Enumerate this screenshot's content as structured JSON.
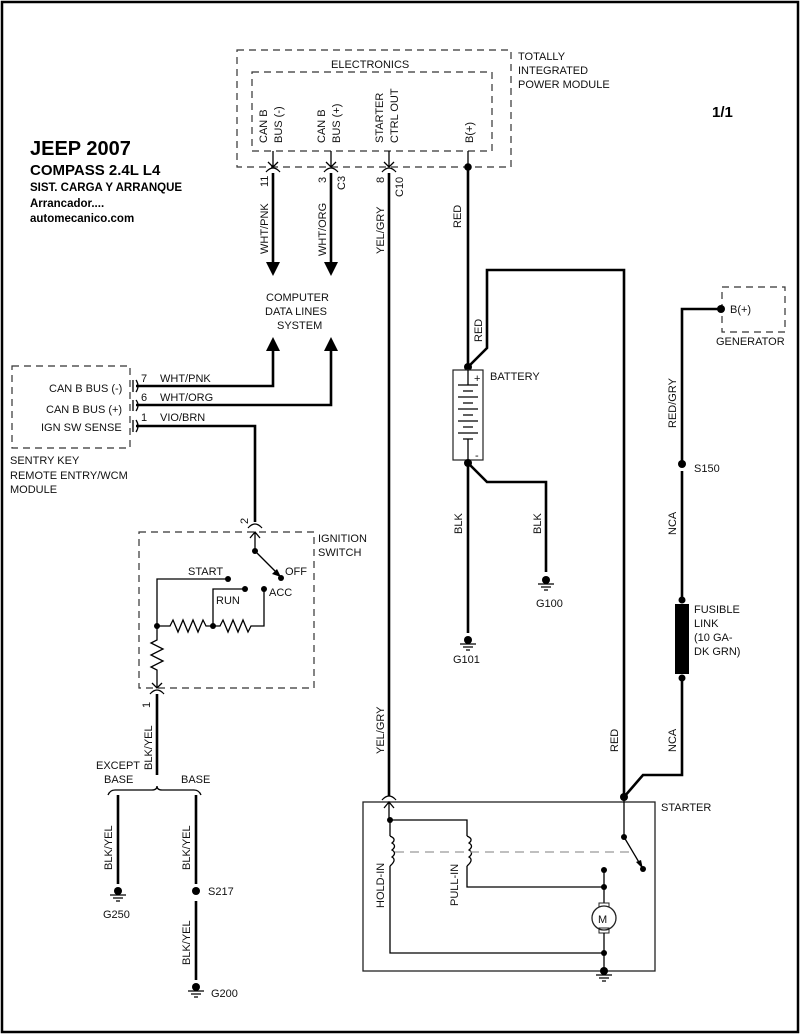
{
  "header": {
    "title": "JEEP 2007",
    "model": "COMPASS  2.4L  L4",
    "system": "SIST. CARGA Y ARRANQUE",
    "subtitle": "Arrancador....",
    "site": "automecanico.com",
    "page": "1/1"
  },
  "tipm": {
    "name_lines": [
      "TOTALLY",
      "INTEGRATED",
      "POWER MODULE"
    ],
    "inner_label": "ELECTRONICS",
    "pins": [
      {
        "label1": "CAN B",
        "label2": "BUS (-)",
        "pin": "11",
        "connector": ""
      },
      {
        "label1": "CAN B",
        "label2": "BUS (+)",
        "pin": "3",
        "connector": "C3"
      },
      {
        "label1": "STARTER",
        "label2": "CTRL OUT",
        "pin": "8",
        "connector": "C10"
      },
      {
        "label1": "",
        "label2": "B(+)",
        "pin": "",
        "connector": ""
      }
    ]
  },
  "computer_data_lines": [
    "COMPUTER",
    "DATA LINES",
    "SYSTEM"
  ],
  "wcm": {
    "name_lines": [
      "SENTRY KEY",
      "REMOTE ENTRY/WCM",
      "MODULE"
    ],
    "pins": [
      {
        "label": "CAN B BUS (-)",
        "pin": "7",
        "wire": "WHT/PNK"
      },
      {
        "label": "CAN B BUS (+)",
        "pin": "6",
        "wire": "WHT/ORG"
      },
      {
        "label": "IGN SW SENSE",
        "pin": "1",
        "wire": "VIO/BRN"
      }
    ]
  },
  "ignition_switch": {
    "name_lines": [
      "IGNITION",
      "SWITCH"
    ],
    "positions": [
      "START",
      "RUN",
      "ACC",
      "OFF"
    ],
    "pin_in": "2",
    "pin_out": "1"
  },
  "wires": {
    "can_minus": "WHT/PNK",
    "can_plus": "WHT/ORG",
    "starter_ctrl": "YEL/GRY",
    "starter_ctrl_lower": "YEL/GRY",
    "tipm_bplus": "RED",
    "battery_pos_starter": "RED",
    "battery_neg_g101": "BLK",
    "battery_neg_g100": "BLK",
    "ign_out": "BLK/YEL",
    "except_base": "BLK/YEL",
    "base_upper": "BLK/YEL",
    "base_lower": "BLK/YEL",
    "gen_out": "RED/GRY",
    "nca_upper": "NCA",
    "nca_lower": "NCA",
    "starter_red": "RED"
  },
  "branch": {
    "left": [
      "EXCEPT",
      "BASE"
    ],
    "right": "BASE"
  },
  "battery": {
    "name": "BATTERY",
    "pos": "+",
    "neg": "-"
  },
  "grounds": {
    "g101": "G101",
    "g100": "G100",
    "g250": "G250",
    "g200": "G200"
  },
  "splices": {
    "s150": "S150",
    "s217": "S217"
  },
  "generator": {
    "name": "GENERATOR",
    "terminal": "B(+)"
  },
  "fusible_link": {
    "lines": [
      "FUSIBLE",
      "LINK",
      "(10 GA-",
      "DK GRN)"
    ]
  },
  "starter": {
    "name": "STARTER",
    "hold_in": "HOLD-IN",
    "pull_in": "PULL-IN",
    "motor": "M"
  }
}
